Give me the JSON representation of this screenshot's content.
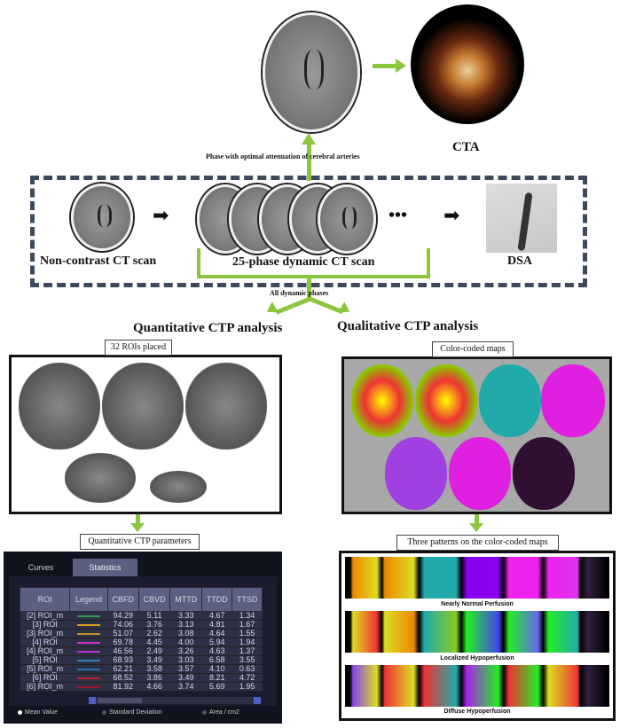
{
  "top": {
    "cta_label": "CTA",
    "phase_label": "Phase with optimal attenuation of cerebral arteries"
  },
  "acquisition": {
    "noncontrast_label": "Non-contrast CT scan",
    "dynamic_label": "25-phase dynamic CT scan",
    "dsa_label": "DSA",
    "ellipsis": "•••"
  },
  "all_phases_label": "All dynamic phases",
  "quantitative": {
    "title": "Quantitative CTP analysis",
    "roi_label": "32 ROIs placed",
    "params_label": "Quantitative CTP parameters",
    "tabs": [
      "Curves",
      "Statistics"
    ],
    "columns": [
      "ROI",
      "Legend",
      "CBFD",
      "CBVD",
      "MTTD",
      "TTDD",
      "TTSD"
    ],
    "rows": [
      {
        "roi": "[2] ROI_m",
        "color": "#2e9e4f",
        "v": [
          "94.29",
          "5.11",
          "3.33",
          "4.67",
          "1.34"
        ]
      },
      {
        "roi": "[3] ROI",
        "color": "#e0a020",
        "v": [
          "74.06",
          "3.76",
          "3.13",
          "4.81",
          "1.67"
        ]
      },
      {
        "roi": "[3] ROI_m",
        "color": "#c89020",
        "v": [
          "51.07",
          "2.62",
          "3.08",
          "4.64",
          "1.55"
        ]
      },
      {
        "roi": "[4] ROI",
        "color": "#d030d0",
        "v": [
          "69.78",
          "4.45",
          "4.00",
          "5.94",
          "1.94"
        ]
      },
      {
        "roi": "[4] ROI_m",
        "color": "#b830c8",
        "v": [
          "46.56",
          "2.49",
          "3.26",
          "4.63",
          "1.37"
        ]
      },
      {
        "roi": "[5] ROI",
        "color": "#3080c0",
        "v": [
          "68.93",
          "3.49",
          "3.03",
          "6.58",
          "3.55"
        ]
      },
      {
        "roi": "[5] ROI_m",
        "color": "#2070b0",
        "v": [
          "62.21",
          "3.58",
          "3.57",
          "4.10",
          "0.63"
        ]
      },
      {
        "roi": "[6] ROI",
        "color": "#c02030",
        "v": [
          "68.52",
          "3.86",
          "3.49",
          "8.21",
          "4.72"
        ]
      },
      {
        "roi": "[6] ROI_m",
        "color": "#a01828",
        "v": [
          "81.92",
          "4.66",
          "3.74",
          "5.69",
          "1.95"
        ]
      }
    ],
    "radios": [
      {
        "label": "Mean Value",
        "selected": true
      },
      {
        "label": "Standard Deviation",
        "selected": false
      },
      {
        "label": "Area / cm2",
        "selected": false
      }
    ]
  },
  "qualitative": {
    "title": "Qualitative CTP analysis",
    "maps_label": "Color-coded maps",
    "patterns_label": "Three patterns on the color-coded maps",
    "patterns": [
      "Nearly Normal Perfusion",
      "Localized Hypoperfusion",
      "Diffuse Hypoperfusion"
    ]
  },
  "colors": {
    "arrow": "#8cc63f",
    "dash": "#3d4a5c",
    "panel": "#11131f"
  }
}
